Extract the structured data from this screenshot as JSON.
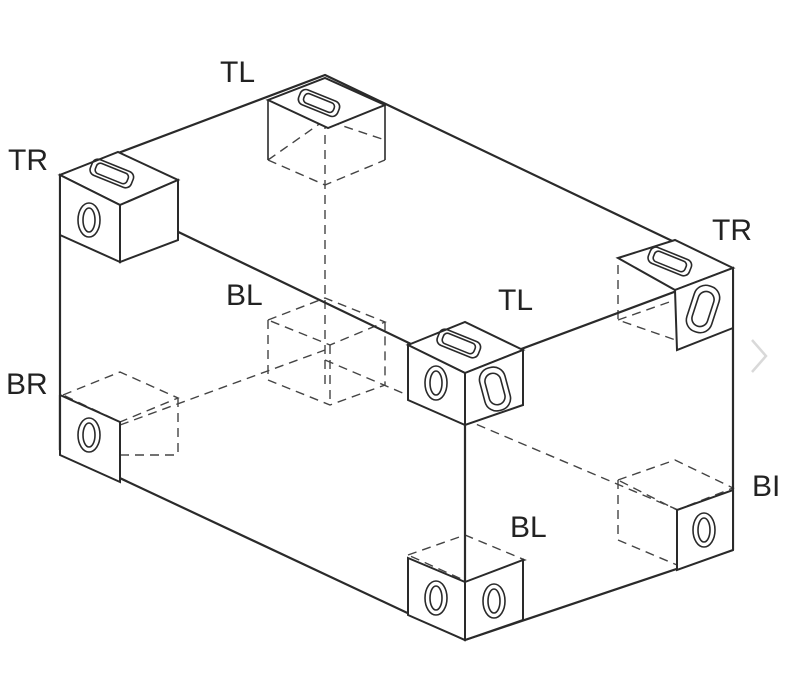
{
  "labels": {
    "top_left_rear": "TL",
    "top_right_left": "TR",
    "top_right_rear": "TR",
    "top_left_front": "TL",
    "bottom_left_mid": "BL",
    "bottom_right_left": "BR",
    "bottom_left_front": "BL",
    "bottom_right_rear": "BI"
  }
}
